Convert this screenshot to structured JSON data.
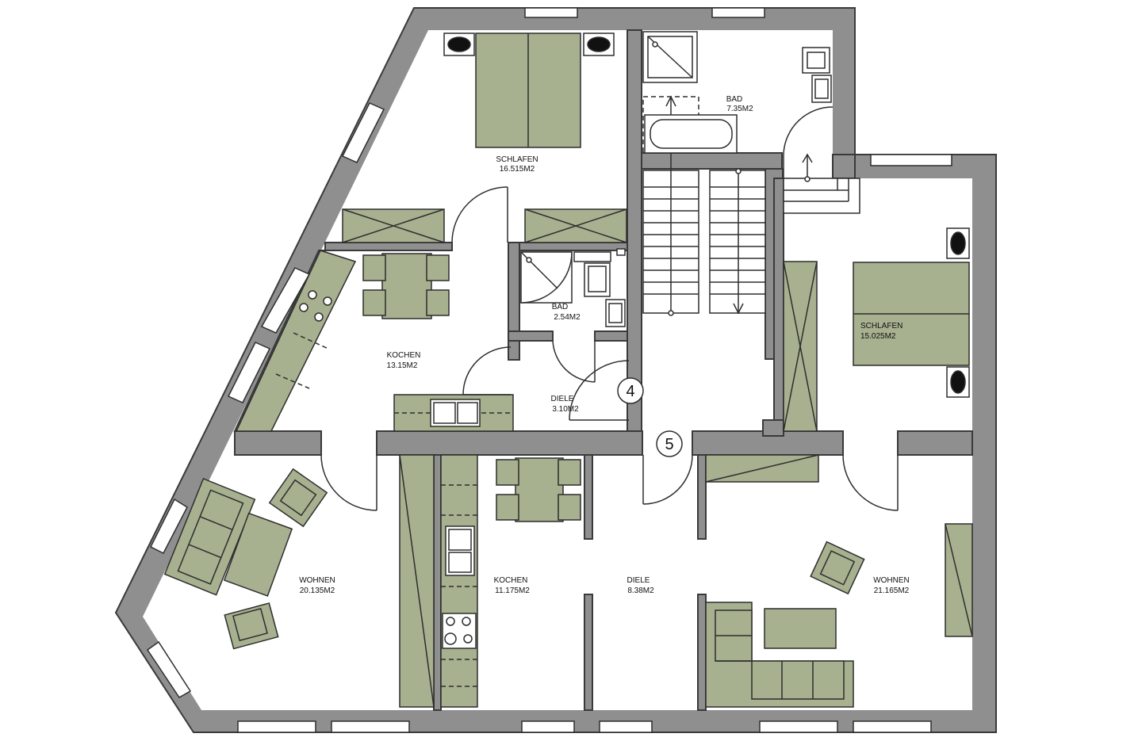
{
  "rooms": {
    "schlafen_top": {
      "name": "SCHLAFEN",
      "area": "16.515M2"
    },
    "bad_top": {
      "name": "BAD",
      "area": "7.35M2"
    },
    "bad_small": {
      "name": "BAD",
      "area": "2.54M2"
    },
    "kochen_upper": {
      "name": "KOCHEN",
      "area": "13.15M2"
    },
    "diele_upper": {
      "name": "DIELE",
      "area": "3.10M2"
    },
    "schlafen_right": {
      "name": "SCHLAFEN",
      "area": "15.025M2"
    },
    "wohnen_left": {
      "name": "WOHNEN",
      "area": "20.135M2"
    },
    "kochen_lower": {
      "name": "KOCHEN",
      "area": "11.175M2"
    },
    "diele_lower": {
      "name": "DIELE",
      "area": "8.38M2"
    },
    "wohnen_right": {
      "name": "WOHNEN",
      "area": "21.165M2"
    }
  },
  "apartment_numbers": {
    "upper": "4",
    "lower": "5"
  },
  "colors": {
    "wall": "#8f8f8f",
    "furniture": "#a7b08f",
    "line": "#2e2e2e"
  }
}
